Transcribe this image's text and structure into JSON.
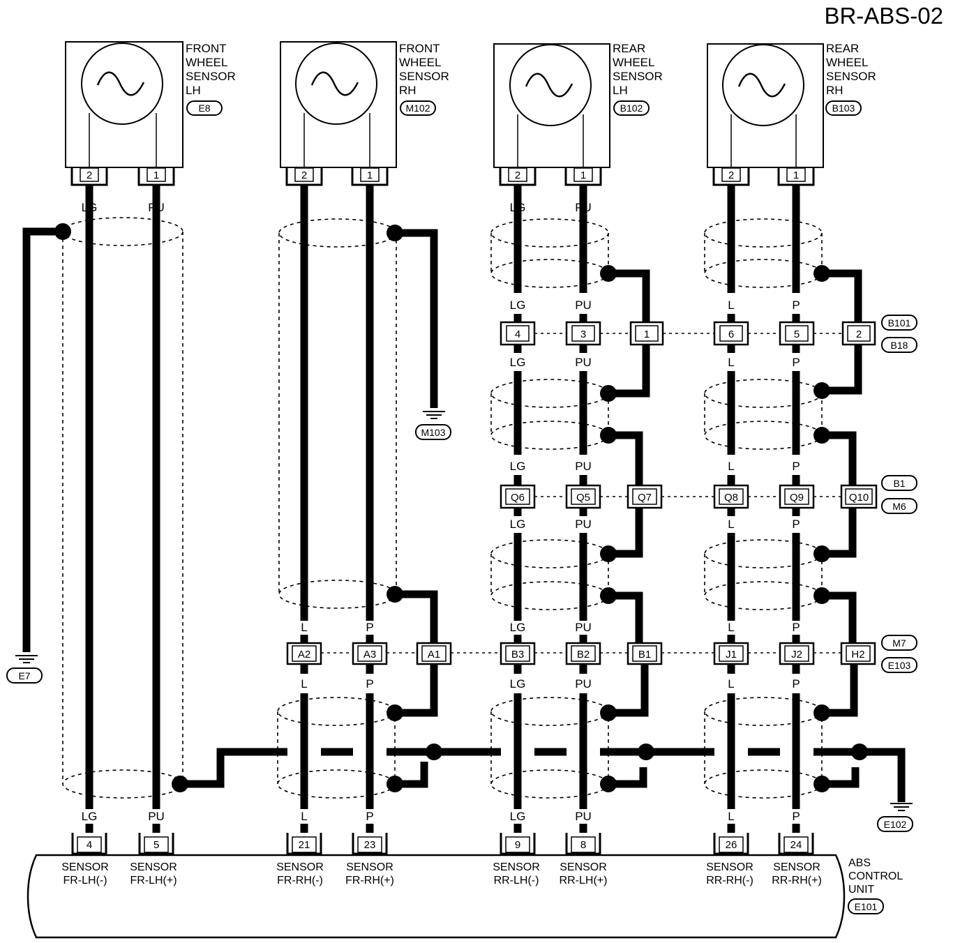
{
  "title": "BR-ABS-02",
  "sensors": [
    {
      "name_lines": [
        "FRONT",
        "WHEEL",
        "SENSOR",
        "LH"
      ],
      "connector": "E8",
      "pin_a": "2",
      "pin_b": "1",
      "wire_a": "LG",
      "wire_b": "PU"
    },
    {
      "name_lines": [
        "FRONT",
        "WHEEL",
        "SENSOR",
        "RH"
      ],
      "connector": "M102",
      "pin_a": "2",
      "pin_b": "1",
      "wire_a": "L",
      "wire_b": "P"
    },
    {
      "name_lines": [
        "REAR",
        "WHEEL",
        "SENSOR",
        "LH"
      ],
      "connector": "B102",
      "pin_a": "2",
      "pin_b": "1",
      "wire_a": "LG",
      "wire_b": "PU"
    },
    {
      "name_lines": [
        "REAR",
        "WHEEL",
        "SENSOR",
        "RH"
      ],
      "connector": "B103",
      "pin_a": "2",
      "pin_b": "1",
      "wire_a": "L",
      "wire_b": "P"
    }
  ],
  "ground_labels": {
    "g_left": "E7",
    "g_fr": "M103",
    "g_right": "E102"
  },
  "junction_row1": {
    "connectors": [
      "B101",
      "B18"
    ],
    "terminals": [
      "4",
      "3",
      "1",
      "6",
      "5",
      "2"
    ],
    "wire_above": [
      "LG",
      "PU",
      "L",
      "P"
    ],
    "wire_below": [
      "LG",
      "PU",
      "L",
      "P"
    ]
  },
  "junction_row2": {
    "connectors": [
      "B1",
      "M6"
    ],
    "terminals": [
      "Q6",
      "Q5",
      "Q7",
      "Q8",
      "Q9",
      "Q10"
    ],
    "wire_above": [
      "LG",
      "PU",
      "L",
      "P"
    ],
    "wire_below": [
      "LG",
      "PU",
      "L",
      "P"
    ]
  },
  "junction_row3": {
    "connectors": [
      "M7",
      "E103"
    ],
    "terminals": [
      "A2",
      "A3",
      "A1",
      "B3",
      "B2",
      "B1",
      "J1",
      "J2",
      "H2"
    ],
    "wire_above": [
      "L",
      "P",
      "LG",
      "PU",
      "L",
      "P"
    ],
    "wire_below": [
      "L",
      "P",
      "LG",
      "PU",
      "L",
      "P"
    ]
  },
  "control_unit": {
    "name_lines": [
      "ABS",
      "CONTROL",
      "UNIT"
    ],
    "connector": "E101",
    "wire_labels": [
      "LG",
      "PU",
      "L",
      "P",
      "LG",
      "PU",
      "L",
      "P"
    ],
    "pins": [
      "4",
      "5",
      "21",
      "23",
      "9",
      "8",
      "26",
      "24"
    ],
    "terminal_lines_1": [
      "SENSOR",
      "SENSOR",
      "SENSOR",
      "SENSOR",
      "SENSOR",
      "SENSOR",
      "SENSOR",
      "SENSOR"
    ],
    "terminal_lines_2": [
      "FR-LH(-)",
      "FR-LH(+)",
      "FR-RH(-)",
      "FR-RH(+)",
      "RR-LH(-)",
      "RR-LH(+)",
      "RR-RH(-)",
      "RR-RH(+)"
    ]
  }
}
